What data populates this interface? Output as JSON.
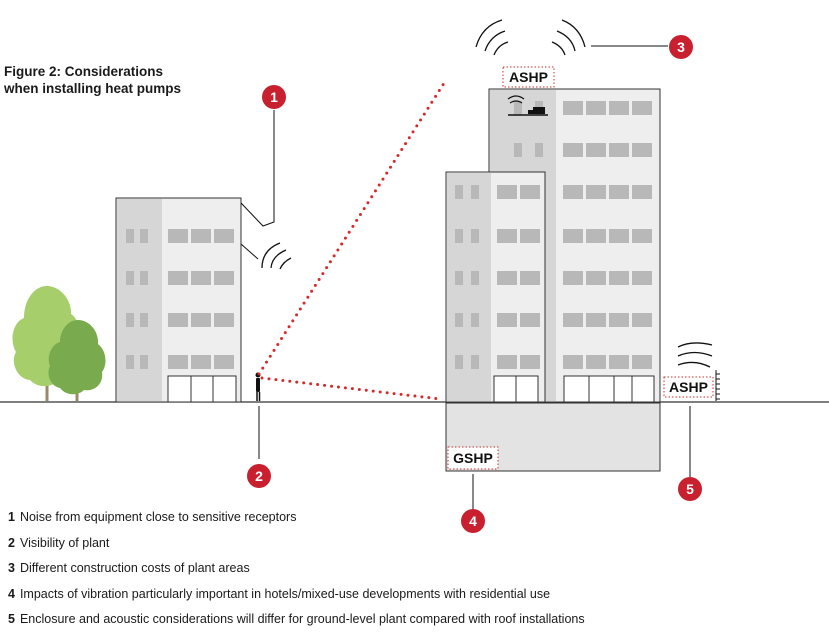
{
  "figure": {
    "title_line1": "Figure 2: Considerations",
    "title_line2": "when installing heat pumps"
  },
  "equipment_labels": {
    "roof": "ASHP",
    "ground": "ASHP",
    "underground": "GSHP"
  },
  "markers": [
    {
      "number": "1"
    },
    {
      "number": "2"
    },
    {
      "number": "3"
    },
    {
      "number": "4"
    },
    {
      "number": "5"
    }
  ],
  "legend": [
    {
      "number": "1",
      "text": "Noise from equipment close to sensitive receptors"
    },
    {
      "number": "2",
      "text": "Visibility of plant"
    },
    {
      "number": "3",
      "text": "Different construction costs of plant areas"
    },
    {
      "number": "4",
      "text": "Impacts of vibration particularly important in hotels/mixed-use developments with residential use"
    },
    {
      "number": "5",
      "text": "Enclosure and acoustic considerations will differ for ground-level plant compared with roof installations"
    }
  ],
  "colors": {
    "marker": "#c8202f",
    "building_fill": "#eeeeee",
    "building_shade": "#d6d6d6",
    "window": "#b8b8b8",
    "outline": "#333333",
    "tree_light": "#a6cf6c",
    "tree_dark": "#7aaa4e",
    "sight_line": "#d42a2a"
  }
}
